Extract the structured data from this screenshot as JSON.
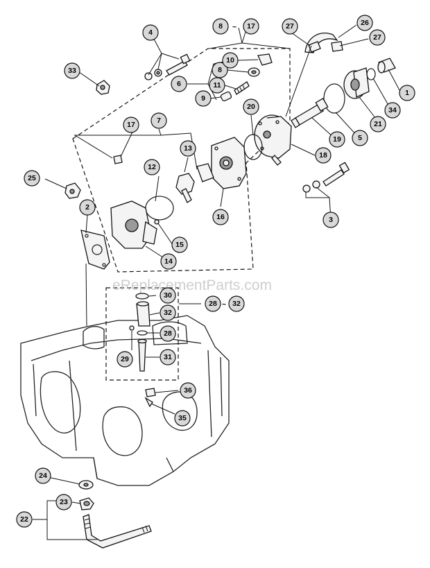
{
  "watermark": "eReplacementParts.com",
  "range_label": "~",
  "callouts": [
    "1",
    "2",
    "3",
    "4",
    "5",
    "6",
    "7",
    "8",
    "8",
    "9",
    "10",
    "11",
    "12",
    "13",
    "14",
    "15",
    "16",
    "17",
    "17",
    "18",
    "19",
    "20",
    "21",
    "22",
    "23",
    "24",
    "25",
    "26",
    "27",
    "27",
    "28",
    "28",
    "29",
    "30",
    "31",
    "32",
    "32",
    "33",
    "34",
    "35",
    "36"
  ]
}
